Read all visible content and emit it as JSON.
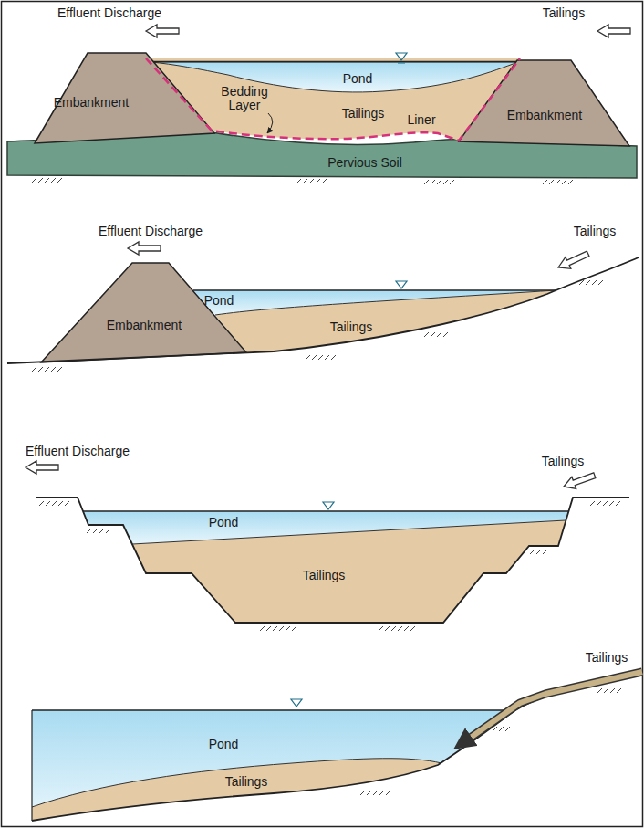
{
  "diagram": {
    "nodes": [
      {
        "text": [
          "Embankment"
        ]
      },
      {
        "text": [
          "Pond"
        ]
      },
      {
        "text": [
          "Tailings"
        ]
      },
      {
        "text": [
          "Embankment"
        ]
      },
      {
        "text": [
          "Pervious Soil"
        ]
      },
      {
        "text": [
          "Embankment"
        ]
      },
      {
        "text": [
          "Pond"
        ]
      },
      {
        "text": [
          "Tailings"
        ]
      },
      {
        "text": [
          "Pond"
        ]
      },
      {
        "text": [
          "Tailings"
        ]
      },
      {
        "text": [
          "Pond"
        ]
      },
      {
        "text": [
          "Tailings"
        ]
      }
    ],
    "labels": [
      "Effluent Discharge",
      "Tailings",
      "Bedding Layer",
      "Liner",
      "Effluent Discharge",
      "Tailings",
      "Effluent Discharge",
      "Tailings",
      "Tailings"
    ]
  }
}
